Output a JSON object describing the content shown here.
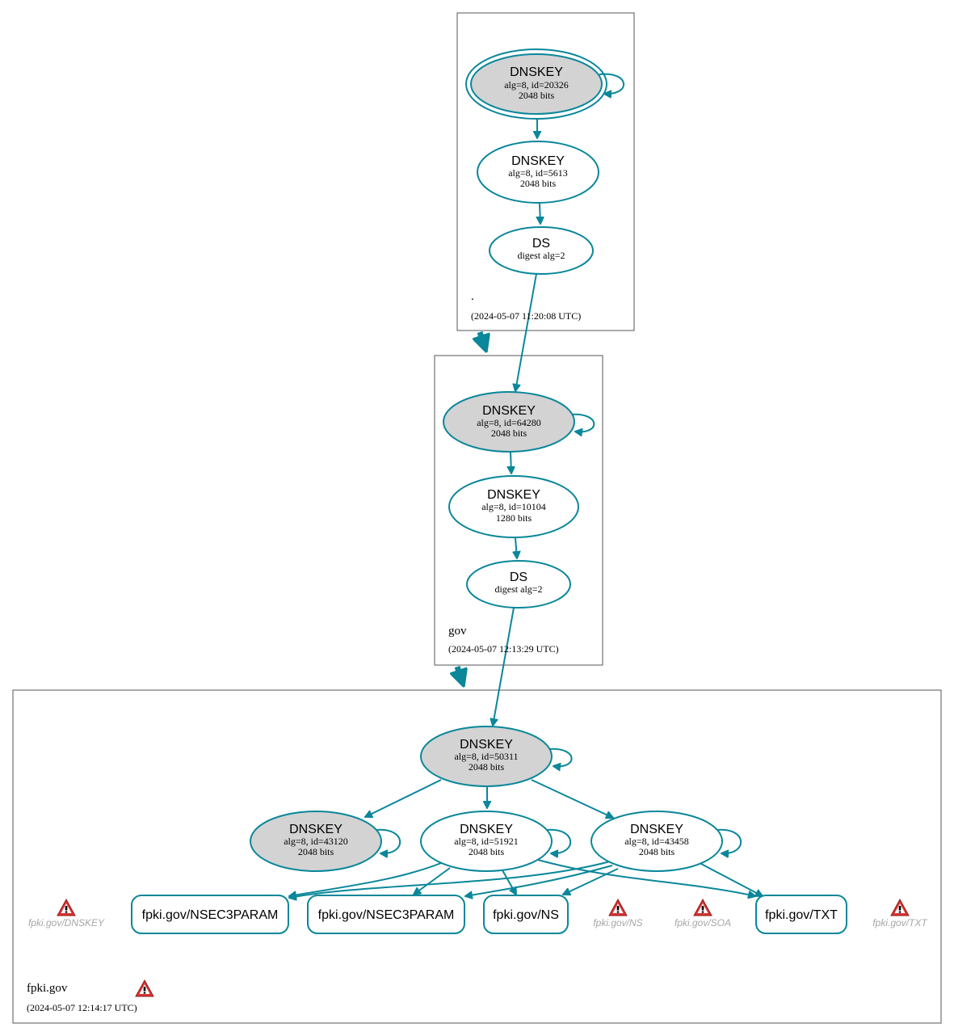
{
  "colors": {
    "edge": "#0a879a",
    "node_fill_sep": "#d3d3d3",
    "node_fill": "#ffffff",
    "warning": "#cc2a2a",
    "missing_text": "#a6a6a6"
  },
  "zones": {
    "root": {
      "name": ".",
      "timestamp": "(2024-05-07 11:20:08 UTC)"
    },
    "gov": {
      "name": "gov",
      "timestamp": "(2024-05-07 12:13:29 UTC)"
    },
    "fpki": {
      "name": "fpki.gov",
      "timestamp": "(2024-05-07 12:14:17 UTC)"
    }
  },
  "nodes": {
    "root_ksk": {
      "type": "DNSKEY",
      "line1": "alg=8, id=20326",
      "line2": "2048 bits"
    },
    "root_zsk": {
      "type": "DNSKEY",
      "line1": "alg=8, id=5613",
      "line2": "2048 bits"
    },
    "root_ds": {
      "type": "DS",
      "line1": "digest alg=2"
    },
    "gov_ksk": {
      "type": "DNSKEY",
      "line1": "alg=8, id=64280",
      "line2": "2048 bits"
    },
    "gov_zsk": {
      "type": "DNSKEY",
      "line1": "alg=8, id=10104",
      "line2": "1280 bits"
    },
    "gov_ds": {
      "type": "DS",
      "line1": "digest alg=2"
    },
    "fpki_ksk": {
      "type": "DNSKEY",
      "line1": "alg=8, id=50311",
      "line2": "2048 bits"
    },
    "fpki_k1": {
      "type": "DNSKEY",
      "line1": "alg=8, id=43120",
      "line2": "2048 bits"
    },
    "fpki_k2": {
      "type": "DNSKEY",
      "line1": "alg=8, id=51921",
      "line2": "2048 bits"
    },
    "fpki_k3": {
      "type": "DNSKEY",
      "line1": "alg=8, id=43458",
      "line2": "2048 bits"
    }
  },
  "rrsets": {
    "nsec3param_1": "fpki.gov/NSEC3PARAM",
    "nsec3param_2": "fpki.gov/NSEC3PARAM",
    "ns": "fpki.gov/NS",
    "txt": "fpki.gov/TXT"
  },
  "missing": {
    "dnskey": "fpki.gov/DNSKEY",
    "ns": "fpki.gov/NS",
    "soa": "fpki.gov/SOA",
    "txt": "fpki.gov/TXT"
  }
}
